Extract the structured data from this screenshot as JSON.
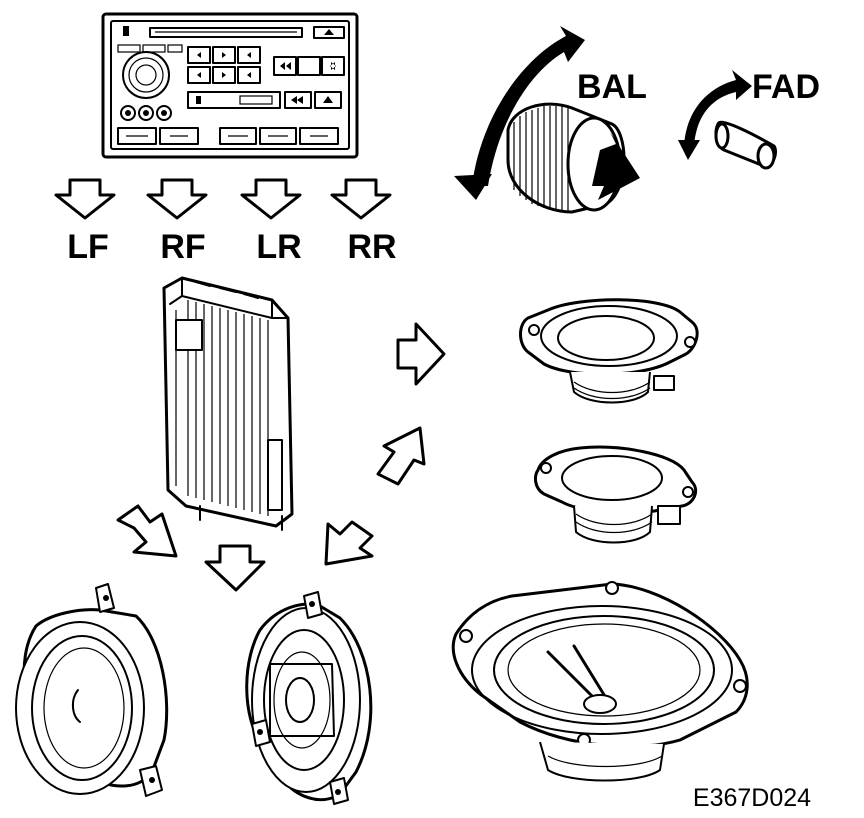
{
  "labels": {
    "lf": "LF",
    "rf": "RF",
    "lr": "LR",
    "rr": "RR",
    "bal": "BAL",
    "fad": "FAD",
    "figure_code": "E367D024"
  }
}
